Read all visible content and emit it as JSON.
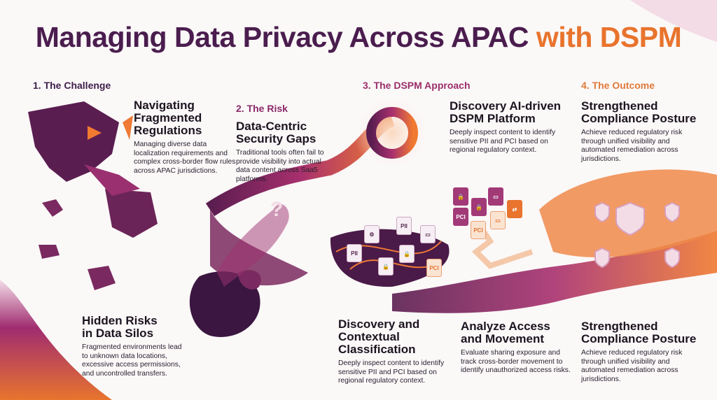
{
  "title": {
    "part1": "Managing Data Privacy Across APAC",
    "part2": "with DSPM"
  },
  "sections": {
    "challenge": {
      "label": "1. The Challenge",
      "color": "#3d1f4a",
      "card1": {
        "heading_l1": "Navigating",
        "heading_l2": "Fragmented",
        "heading_l3": "Regulations",
        "body": "Managing diverse data localization requirements and complex cross-border flow rules across APAC jurisdictions."
      },
      "card2": {
        "heading_l1": "Hidden Risks",
        "heading_l2": "in Data Silos",
        "body": "Fragmented environments lead to unknown data locations, excessive access permissions, and uncontrolled transfers."
      }
    },
    "risk": {
      "label": "2. The Risk",
      "color": "#8a2a6a",
      "heading_l1": "Data-Centric",
      "heading_l2": "Security Gaps",
      "body": "Traditional tools often fail to provide visibility into actual data content across Saa5 platforms.",
      "icon_text": "?"
    },
    "approach": {
      "label": "3. The DSPM Approach",
      "color": "#9a2e6a",
      "card1": {
        "heading_l1": "Discovery AI-driven",
        "heading_l2": "DSPM Platform",
        "body": "Deeply inspect content to identify sensitive PII and PCI based on regional regulatory context."
      },
      "card2": {
        "heading_l1": "Discovery and",
        "heading_l2": "Contextual",
        "heading_l3": "Classification",
        "body": "Deeply inspect content to identify sensitive PII and PCI based on regional regulatory context."
      },
      "card3": {
        "heading_l1": "Analyze Access",
        "heading_l2": "and Movement",
        "body": "Evaluate sharing exposure and track cross-border movement to identify unauthorized access risks."
      },
      "tags": {
        "pii": "PII",
        "pci": "PCI"
      }
    },
    "outcome": {
      "label": "4. The Outcome",
      "color": "#e07a3a",
      "card1": {
        "heading_l1": "Strengthened",
        "heading_l2": "Compliance Posture",
        "body": "Achieve reduced regulatory risk through unified visibility and automated remediation across jurisdictions."
      },
      "card2": {
        "heading_l1": "Strengthened",
        "heading_l2": "Compliance Posture",
        "body": "Achieve reduced regulatory risk through unified visibility and automated remediation across jurisdictions."
      }
    }
  }
}
